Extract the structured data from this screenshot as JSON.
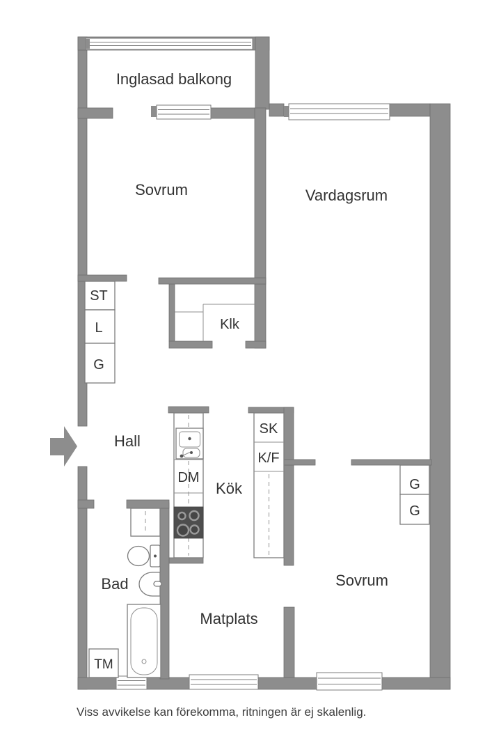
{
  "floorplan": {
    "wall_color": "#8d8d8d",
    "stove_color": "#4e4e4e",
    "labels": {
      "balcony": "Inglasad balkong",
      "bedroom_top": "Sovrum",
      "living_room": "Vardagsrum",
      "hall": "Hall",
      "kitchen": "Kök",
      "walk_in_closet": "Klk",
      "bathroom": "Bad",
      "dining": "Matplats",
      "bedroom_bottom": "Sovrum",
      "closet_st": "ST",
      "closet_l": "L",
      "closet_g": "G",
      "dishwasher": "DM",
      "cabinet_sk": "SK",
      "fridge_freezer": "K/F",
      "wardrobe_g_top": "G",
      "wardrobe_g_bottom": "G",
      "washing_machine": "TM"
    },
    "footer_note": "Viss avvikelse kan förekomma, ritningen är ej skalenlig."
  }
}
